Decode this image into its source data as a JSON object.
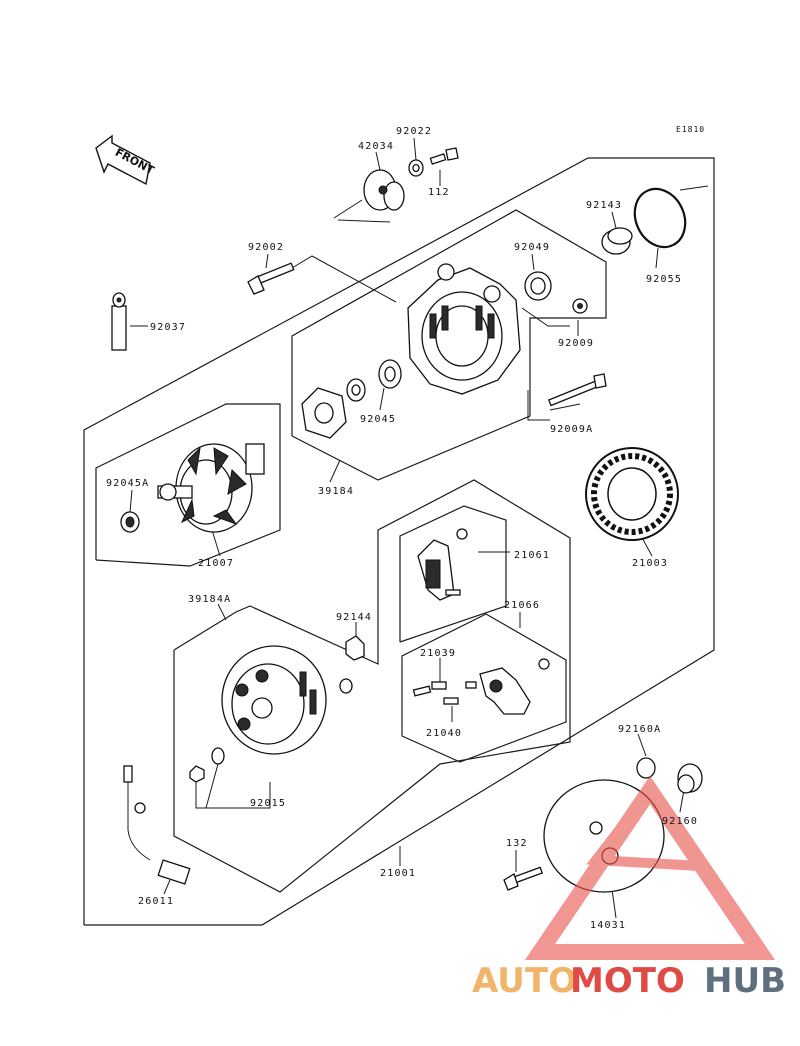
{
  "diagram_code": "E1810",
  "front_label": "FRONT",
  "parts": [
    {
      "id": "p42034",
      "label": "42034"
    },
    {
      "id": "p92022",
      "label": "92022"
    },
    {
      "id": "p112",
      "label": "112"
    },
    {
      "id": "p92143",
      "label": "92143"
    },
    {
      "id": "p92055",
      "label": "92055"
    },
    {
      "id": "p92002",
      "label": "92002"
    },
    {
      "id": "p92049",
      "label": "92049"
    },
    {
      "id": "p92037",
      "label": "92037"
    },
    {
      "id": "p92009",
      "label": "92009"
    },
    {
      "id": "p92045",
      "label": "92045"
    },
    {
      "id": "p92009A",
      "label": "92009A"
    },
    {
      "id": "p39184",
      "label": "39184"
    },
    {
      "id": "p92045A",
      "label": "92045A"
    },
    {
      "id": "p21007",
      "label": "21007"
    },
    {
      "id": "p21003",
      "label": "21003"
    },
    {
      "id": "p21061",
      "label": "21061"
    },
    {
      "id": "p39184A",
      "label": "39184A"
    },
    {
      "id": "p92144",
      "label": "92144"
    },
    {
      "id": "p21066",
      "label": "21066"
    },
    {
      "id": "p21039",
      "label": "21039"
    },
    {
      "id": "p21040",
      "label": "21040"
    },
    {
      "id": "p92015",
      "label": "92015"
    },
    {
      "id": "p92160A",
      "label": "92160A"
    },
    {
      "id": "p92160",
      "label": "92160"
    },
    {
      "id": "p132",
      "label": "132"
    },
    {
      "id": "p21001",
      "label": "21001"
    },
    {
      "id": "p14031",
      "label": "14031"
    },
    {
      "id": "p26011",
      "label": "26011"
    }
  ],
  "watermark": {
    "part1": "AUTO",
    "part2": "MOTO",
    "part3": "HUB",
    "colors": {
      "auto": "#f2b36b",
      "moto": "#e04a44",
      "hub": "#5f6f7e",
      "triangle": "#e8564f"
    }
  }
}
